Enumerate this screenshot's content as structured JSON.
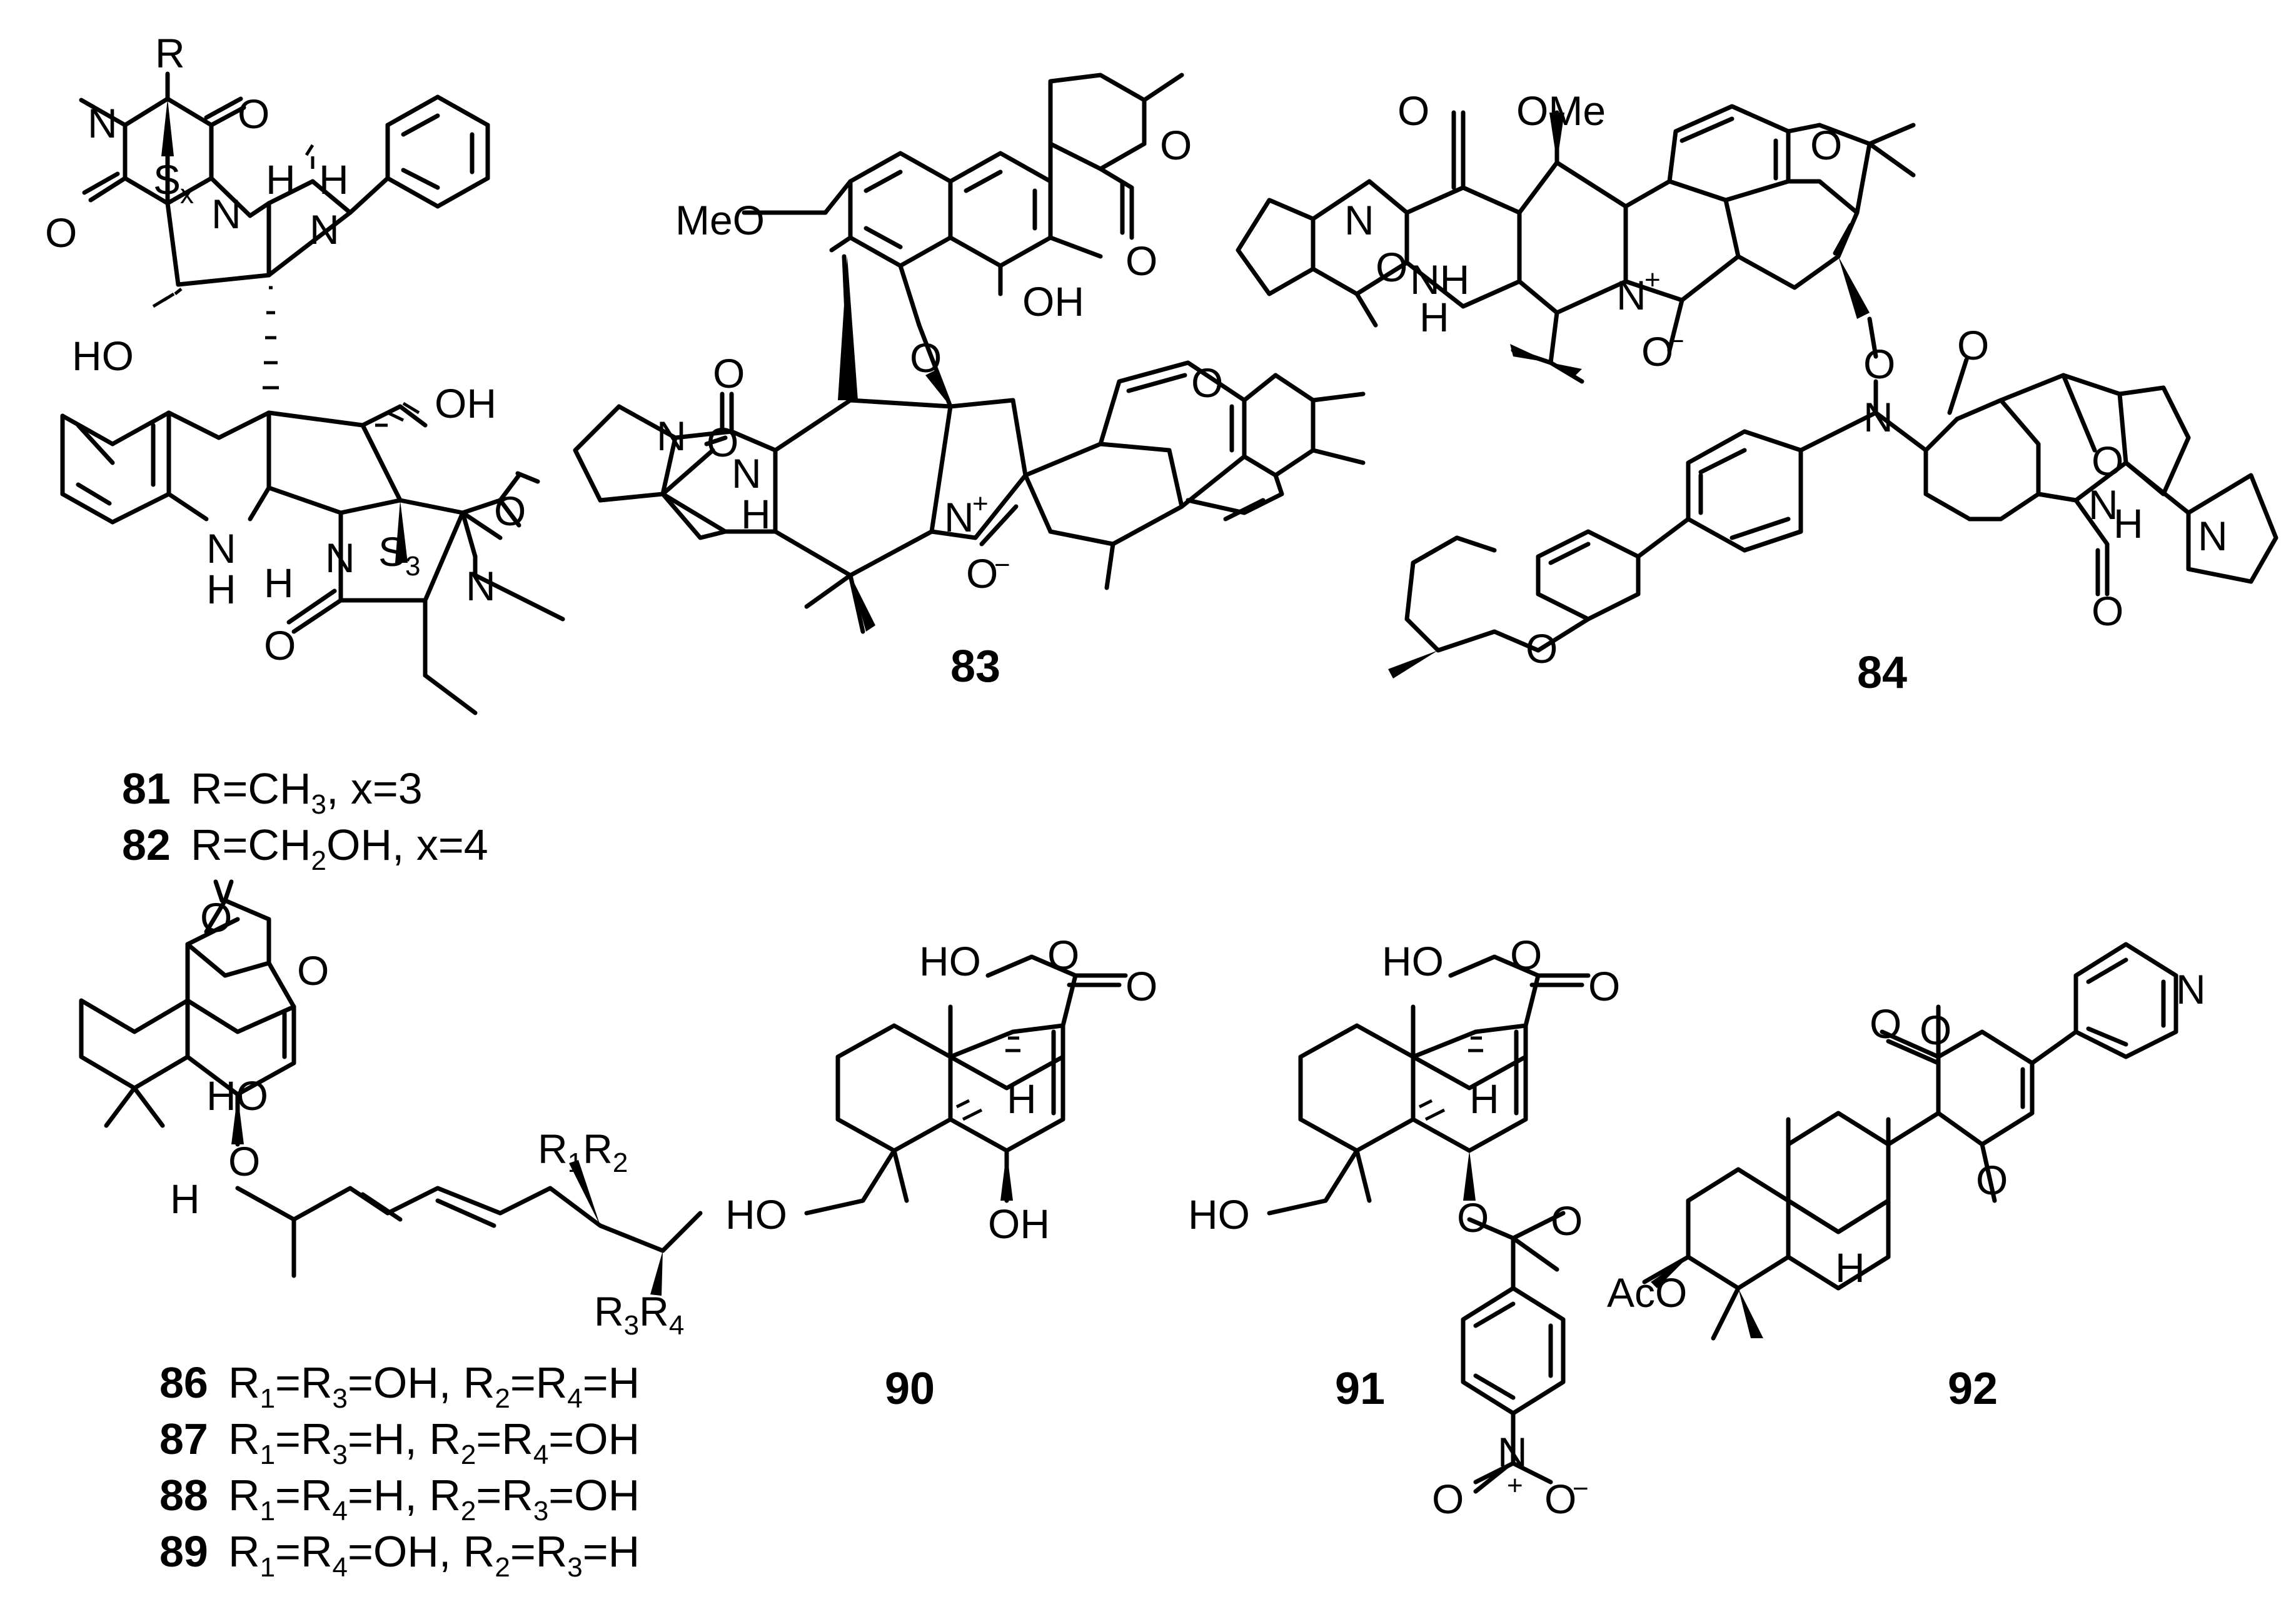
{
  "compounds": {
    "c81": {
      "id": "81",
      "caption": "R=CH3, x=3"
    },
    "c82": {
      "id": "82",
      "caption": "R=CH2OH, x=4"
    },
    "c83": {
      "id": "83"
    },
    "c84": {
      "id": "84"
    },
    "c86": {
      "id": "86",
      "caption": "R1=R3=OH, R2=R4=H"
    },
    "c87": {
      "id": "87",
      "caption": "R1=R3=H, R2=R4=OH"
    },
    "c88": {
      "id": "88",
      "caption": "R1=R4=H, R2=R3=OH"
    },
    "c89": {
      "id": "89",
      "caption": "R1=R4=OH, R2=R3=H"
    },
    "c90": {
      "id": "90"
    },
    "c91": {
      "id": "91"
    },
    "c92": {
      "id": "92"
    }
  },
  "atom_labels": {
    "R": "R",
    "N": "N",
    "O": "O",
    "H": "H",
    "NH": "NH",
    "HN": "HN",
    "HO": "HO",
    "OH": "OH",
    "S": "S",
    "x": "x",
    "three": "3",
    "MeO": "MeO",
    "OMe": "OMe",
    "plus": "+",
    "minus": "−",
    "AcO": "AcO",
    "R1": "R",
    "R2": "R",
    "R3": "R",
    "R4": "R",
    "one": "1",
    "two": "2",
    "four": "4"
  },
  "caption_parts": {
    "r_eq": "R=CH",
    "sub3": "3",
    "x3": ", x=3",
    "r_eq2": "R=CH",
    "sub2": "2",
    "oh_x4": "OH, x=4",
    "R": "R",
    "eq_oh": "=OH, ",
    "eq_h": "=H, ",
    "eq": "=",
    "h": "=H",
    "oh": "=OH"
  }
}
